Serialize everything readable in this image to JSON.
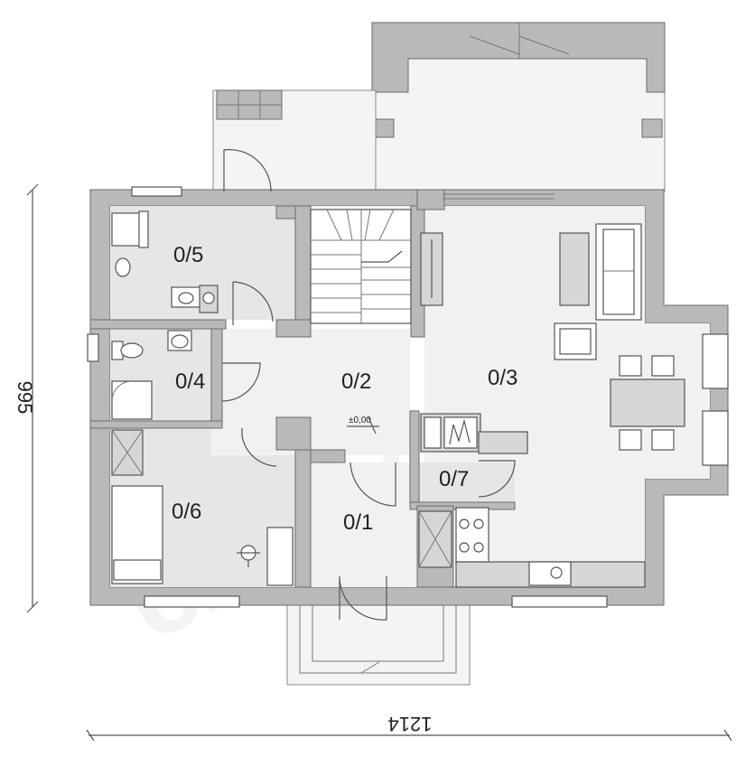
{
  "rooms": {
    "r01": "0/1",
    "r02": "0/2",
    "r03": "0/3",
    "r04": "0/4",
    "r05": "0/5",
    "r06": "0/6",
    "r07": "0/7"
  },
  "level_marker": "±0,00",
  "dimensions": {
    "width": "1214",
    "depth": "995"
  },
  "watermark": "extradom"
}
